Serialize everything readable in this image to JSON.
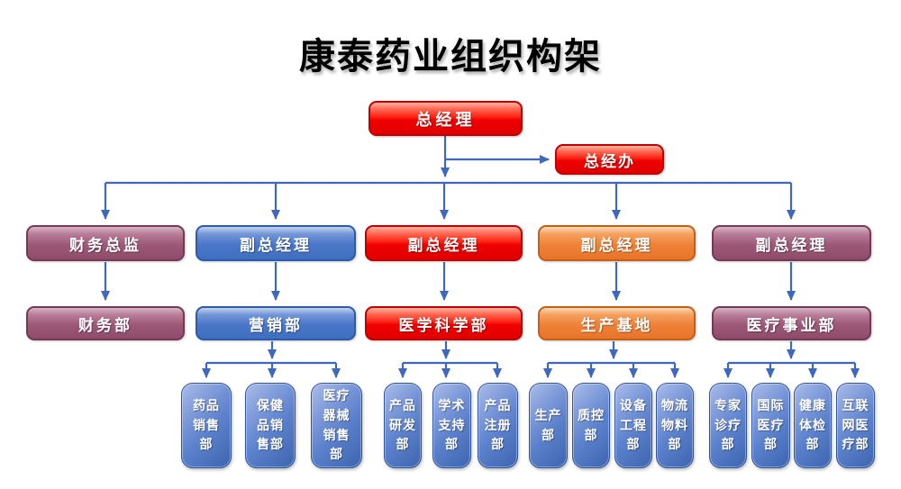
{
  "title": "康泰药业组织构架",
  "colors": {
    "connector_blue": "#3e68c0",
    "node_red": "#f00000",
    "node_blue": "#4472c4",
    "node_purple": "#9a5474",
    "node_orange": "#ed7d31",
    "text": "#ffffff",
    "title_text": "#000000"
  },
  "org": {
    "root": {
      "label": "总经理"
    },
    "office": {
      "label": "总经办"
    },
    "level2": [
      {
        "label": "财务总监"
      },
      {
        "label": "副总经理"
      },
      {
        "label": "副总经理"
      },
      {
        "label": "副总经理"
      },
      {
        "label": "副总经理"
      }
    ],
    "level3": [
      {
        "label": "财务部"
      },
      {
        "label": "营销部"
      },
      {
        "label": "医学科学部"
      },
      {
        "label": "生产基地"
      },
      {
        "label": "医疗事业部"
      }
    ],
    "groups": [
      {
        "parent": "营销部",
        "children": [
          {
            "label": "药品销售部"
          },
          {
            "label": "保健品销售部"
          },
          {
            "label": "医疗器械销售部"
          }
        ]
      },
      {
        "parent": "医学科学部",
        "children": [
          {
            "label": "产品研发部"
          },
          {
            "label": "学术支持部"
          },
          {
            "label": "产品注册部"
          }
        ]
      },
      {
        "parent": "生产基地",
        "children": [
          {
            "label": "生产部"
          },
          {
            "label": "质控部"
          },
          {
            "label": "设备工程部"
          },
          {
            "label": "物流物料部"
          }
        ]
      },
      {
        "parent": "医疗事业部",
        "children": [
          {
            "label": "专家诊疗部"
          },
          {
            "label": "国际医疗部"
          },
          {
            "label": "健康体检部"
          },
          {
            "label": "互联网医疗部"
          }
        ]
      }
    ]
  }
}
